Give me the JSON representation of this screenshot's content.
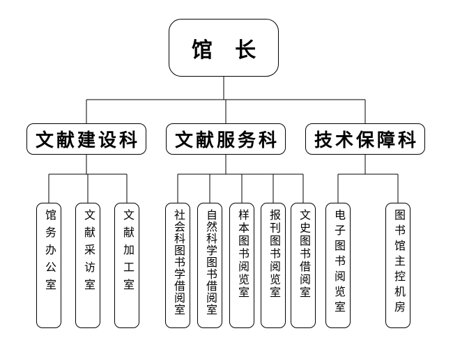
{
  "page": {
    "background": "#ffffff",
    "line_color": "#000000",
    "box_fill": "#ffffff",
    "box_border": "#000000"
  },
  "org_chart": {
    "root": {
      "label": "馆 长"
    },
    "departments": [
      {
        "label": "文献建设科",
        "children": [
          "馆务办公室",
          "文献采访室",
          "文献加工室"
        ]
      },
      {
        "label": "文献服务科",
        "children": [
          "社会科图书学借阅室",
          "自然科学图书借阅室",
          "样本图书阅览室",
          "报刊图书阅览室",
          "文史图书借阅室"
        ]
      },
      {
        "label": "技术保障科",
        "children": [
          "电子图书阅览室",
          "图书馆主控机房"
        ]
      }
    ]
  }
}
